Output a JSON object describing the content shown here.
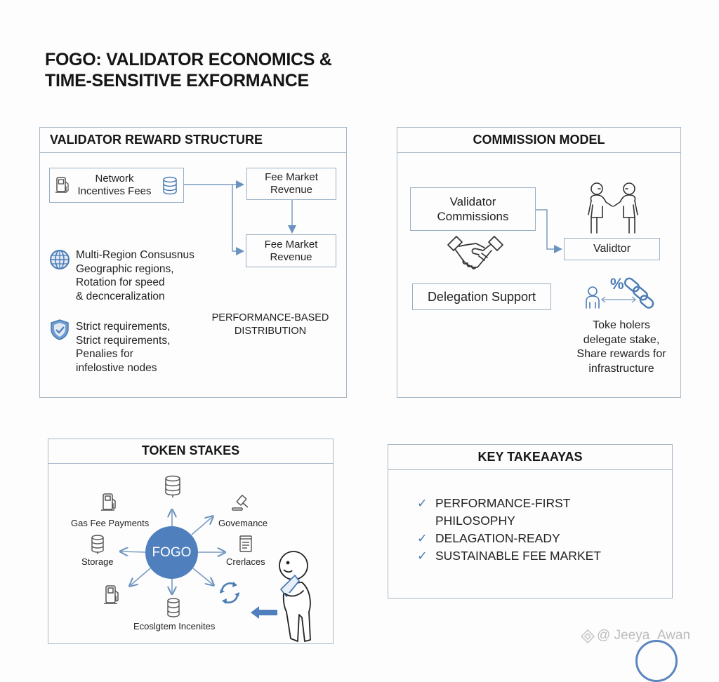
{
  "title": {
    "line1": "FOGO: VALIDATOR ECONOMICS &",
    "line2": "TIME-SENSITIVE EXFORMANCE"
  },
  "colors": {
    "accent_blue": "#4a7cb5",
    "border": "#a9b8c8",
    "text": "#1d1d1d",
    "background": "#fdfdfd"
  },
  "reward_structure": {
    "heading": "VALIDATOR REWARD STRUCTURE",
    "network_box": {
      "line1": "Network",
      "line2": "Incentives Fees",
      "icons": [
        "fuel-pump-icon",
        "database-icon"
      ]
    },
    "fee_box_top": {
      "line1": "Fee Market",
      "line2": "Revenue"
    },
    "fee_box_bottom": {
      "line1": "Fee Market",
      "line2": "Revenue"
    },
    "multi_region": {
      "icon": "globe-icon",
      "lines": [
        "Multi-Region Consusnus",
        "Geographic regions,",
        "Rotation for speed",
        "& decnceralization"
      ]
    },
    "requirements": {
      "icon": "shield-check-icon",
      "lines": [
        "Strict requirements,",
        "Strict requirements,",
        "Penalies for",
        "infelostive nodes"
      ]
    },
    "distribution": {
      "line1": "PERFORMANCE-BASED",
      "line2": "DISTRIBUTION"
    }
  },
  "commission_model": {
    "heading": "COMMISSION MODEL",
    "validator_commissions": {
      "line1": "Validator",
      "line2": "Commissions"
    },
    "validator_box": "Validtor",
    "delegation_support": "Delegation Support",
    "icons": [
      "people-handshake-icon",
      "handshake-icon",
      "person-icon",
      "percent-chain-icon"
    ],
    "delegation_note": [
      "Toke holers",
      "delegate stake,",
      "Share rewards for",
      "infrastructure"
    ]
  },
  "token_stakes": {
    "heading": "TOKEN STAKES",
    "hub_label": "FOGO",
    "spokes": [
      {
        "label": "Gas Fee Payments",
        "icon": "fuel-pump-icon"
      },
      {
        "label": "",
        "icon": "database-icon"
      },
      {
        "label": "Govemance",
        "icon": "gavel-icon"
      },
      {
        "label": "Storage",
        "icon": "database-icon"
      },
      {
        "label": "Crerlaces",
        "icon": "document-icon"
      },
      {
        "label": "",
        "icon": "fuel-pump-icon"
      },
      {
        "label": "Ecoslgtem Incenites",
        "icon": "database-icon"
      },
      {
        "label": "",
        "icon": "refresh-icon"
      }
    ]
  },
  "key_takeaways": {
    "heading": "KEY TAKEAAYAS",
    "items": [
      {
        "line1": "PERFORMANCE-FIRST",
        "line2": "PHILOSOPHY"
      },
      {
        "line1": "DELAGATION-READY",
        "line2": ""
      },
      {
        "line1": "SUSTAINABLE FEE MARKET",
        "line2": ""
      }
    ]
  },
  "watermark": "@ Jeeya_Awan"
}
